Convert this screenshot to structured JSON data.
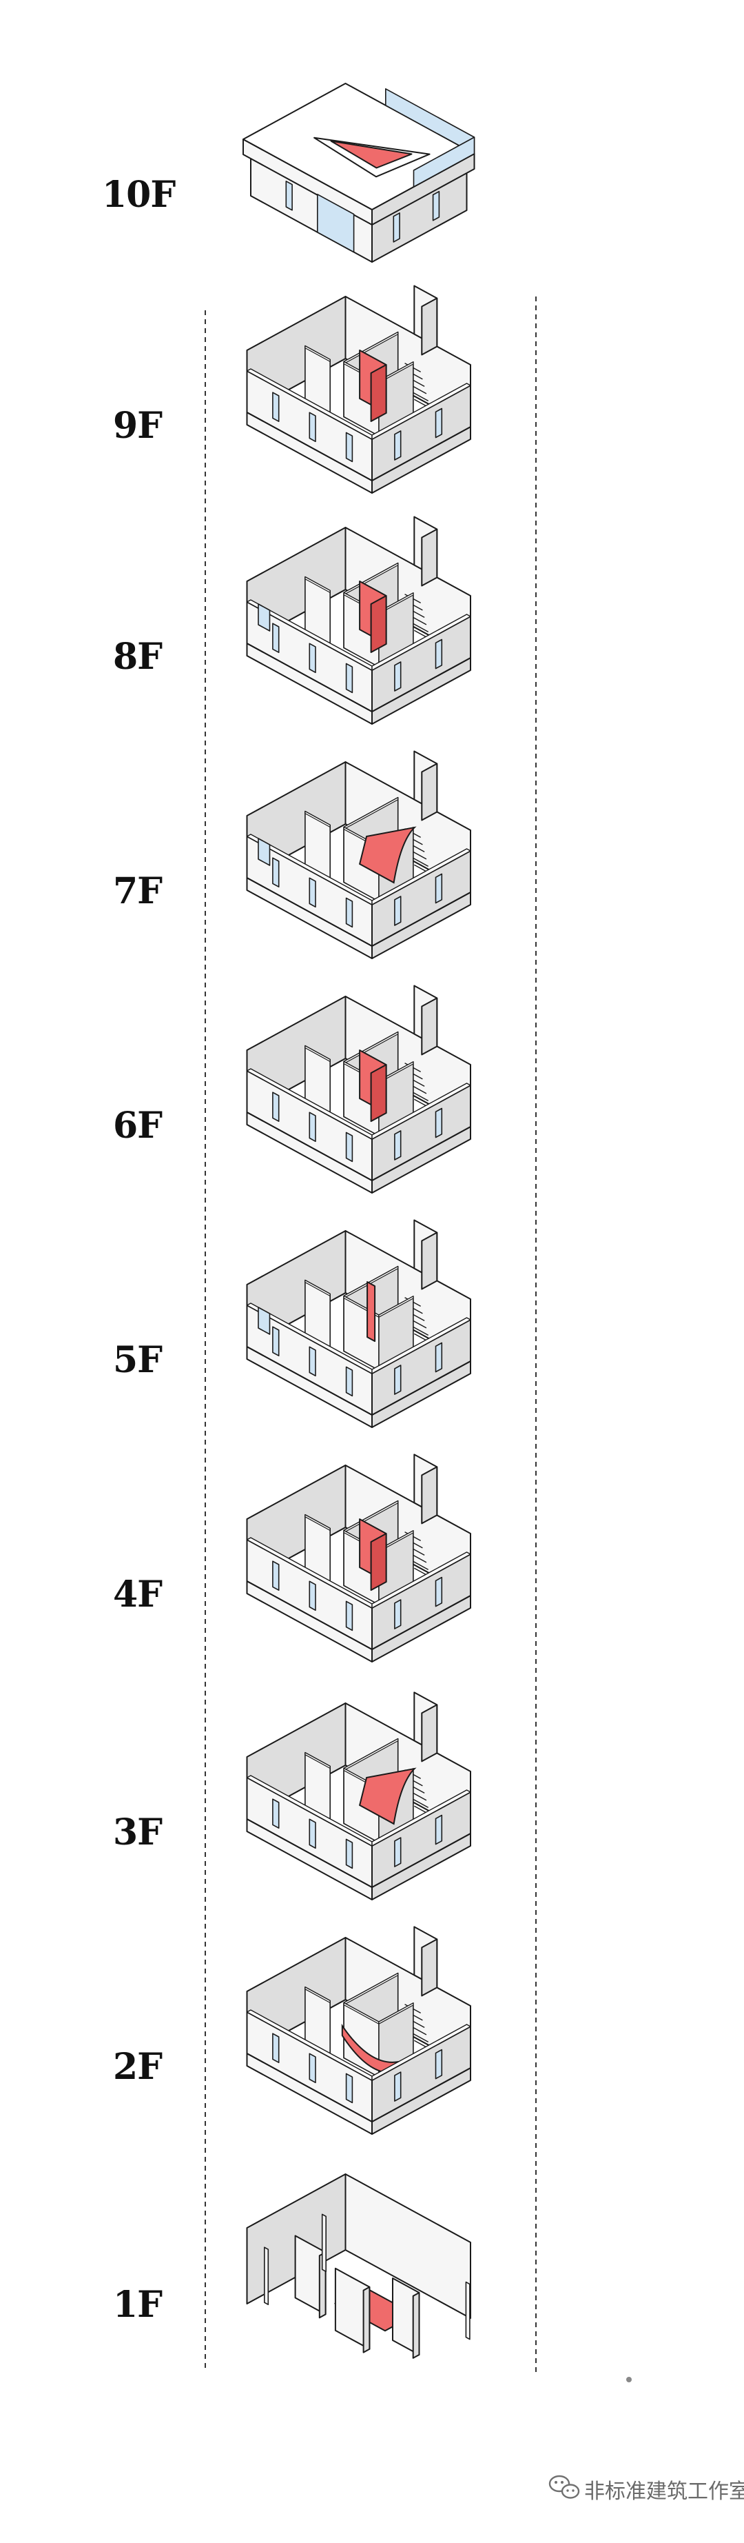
{
  "colors": {
    "outline": "#1a1a1a",
    "top": "#ffffff",
    "left": "#f6f6f6",
    "right": "#dedede",
    "window": "#cfe4f4",
    "accent": "#ef6b6b",
    "guide": "#333333",
    "watermark": "#707070"
  },
  "floors": [
    {
      "label": "10F",
      "type": "roof",
      "accent": "triangle"
    },
    {
      "label": "9F",
      "type": "floor",
      "accent": "box",
      "balcony": false
    },
    {
      "label": "8F",
      "type": "floor",
      "accent": "box",
      "balcony": true
    },
    {
      "label": "7F",
      "type": "floor",
      "accent": "curve",
      "balcony": true
    },
    {
      "label": "6F",
      "type": "floor",
      "accent": "box",
      "balcony": false
    },
    {
      "label": "5F",
      "type": "floor",
      "accent": "column",
      "balcony": true
    },
    {
      "label": "4F",
      "type": "floor",
      "accent": "box",
      "balcony": false
    },
    {
      "label": "3F",
      "type": "floor",
      "accent": "curve",
      "balcony": false
    },
    {
      "label": "2F",
      "type": "floor",
      "accent": "ring",
      "balcony": false
    },
    {
      "label": "1F",
      "type": "ground",
      "accent": "box"
    }
  ],
  "watermark": {
    "text": "非标准建筑工作室",
    "icon": "wechat-icon"
  }
}
